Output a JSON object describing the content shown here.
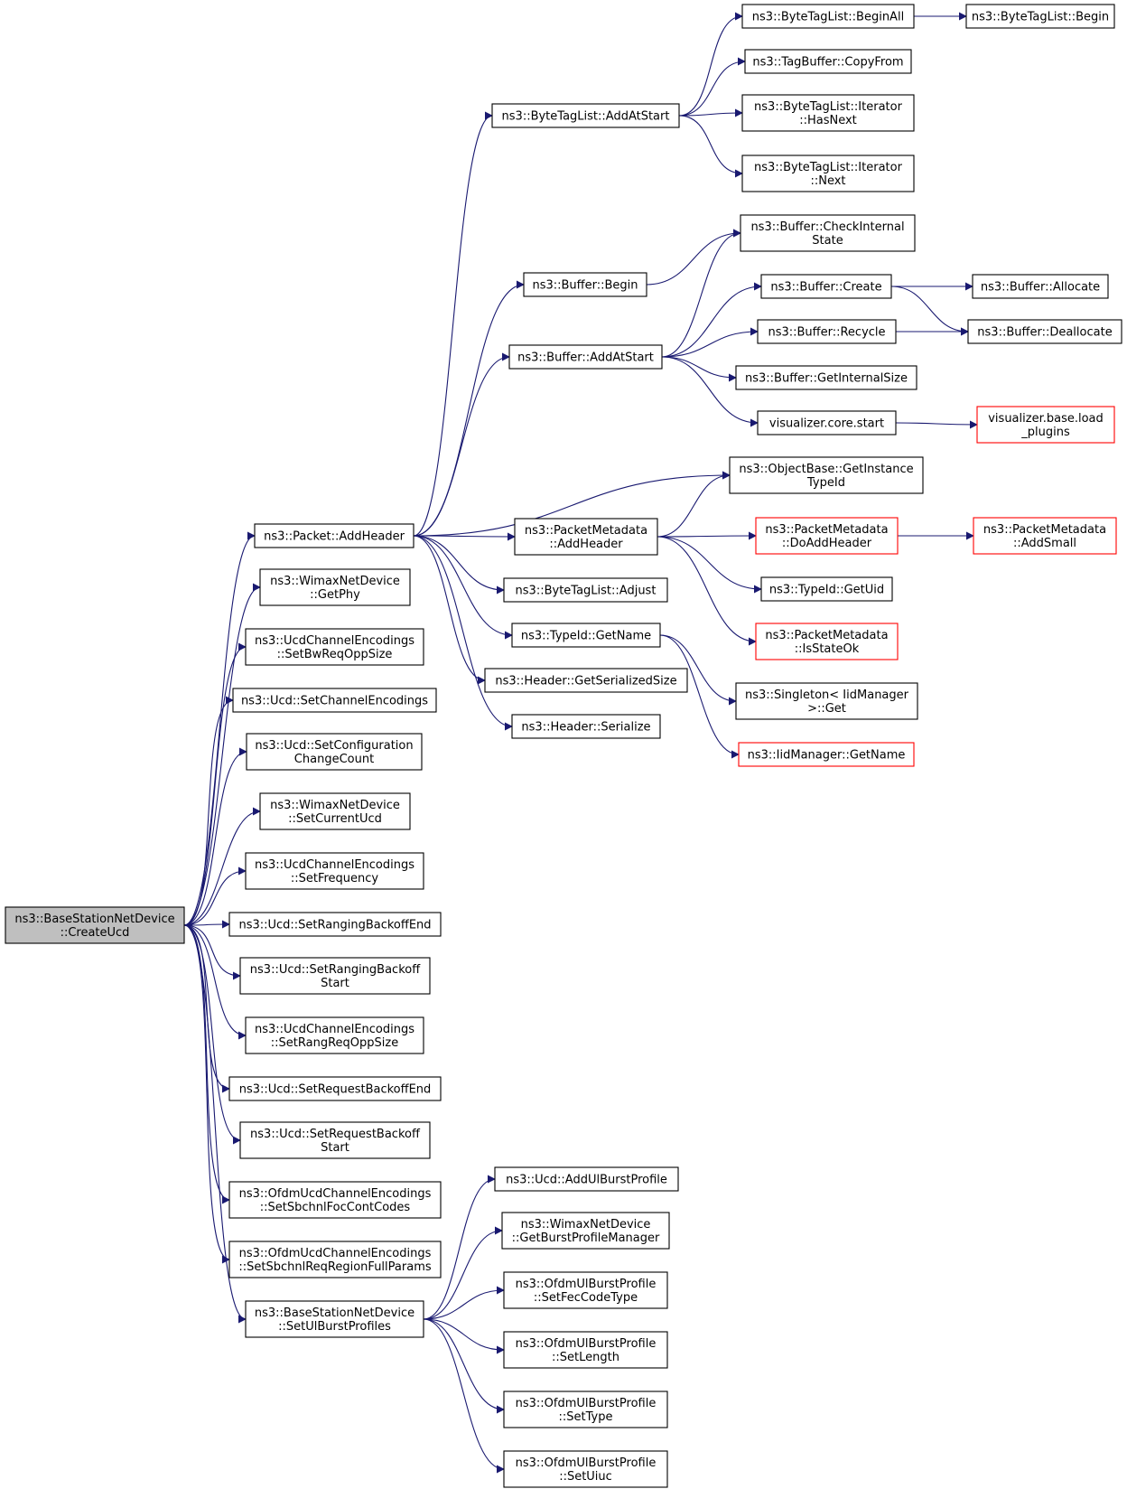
{
  "colors": {
    "edge": "#191970",
    "box_border": "#000000",
    "box_border_incomplete": "#ff0000",
    "root_fill": "#bfbfbf",
    "fill": "#ffffff"
  },
  "nodes": [
    {
      "id": "root",
      "lines": [
        "ns3::BaseStationNetDevice",
        "::CreateUcd"
      ],
      "style": "root"
    },
    {
      "id": "addheader",
      "lines": [
        "ns3::Packet::AddHeader"
      ],
      "style": "normal"
    },
    {
      "id": "getphy",
      "lines": [
        "ns3::WimaxNetDevice",
        "::GetPhy"
      ],
      "style": "normal"
    },
    {
      "id": "setbwreq",
      "lines": [
        "ns3::UcdChannelEncodings",
        "::SetBwReqOppSize"
      ],
      "style": "normal"
    },
    {
      "id": "setchenc",
      "lines": [
        "ns3::Ucd::SetChannelEncodings"
      ],
      "style": "normal"
    },
    {
      "id": "setconfig",
      "lines": [
        "ns3::Ucd::SetConfiguration",
        "ChangeCount"
      ],
      "style": "normal"
    },
    {
      "id": "setcurucd",
      "lines": [
        "ns3::WimaxNetDevice",
        "::SetCurrentUcd"
      ],
      "style": "normal"
    },
    {
      "id": "setfreq",
      "lines": [
        "ns3::UcdChannelEncodings",
        "::SetFrequency"
      ],
      "style": "normal"
    },
    {
      "id": "setrangend",
      "lines": [
        "ns3::Ucd::SetRangingBackoffEnd"
      ],
      "style": "normal"
    },
    {
      "id": "setrangstart",
      "lines": [
        "ns3::Ucd::SetRangingBackoff",
        "Start"
      ],
      "style": "normal"
    },
    {
      "id": "setrangreq",
      "lines": [
        "ns3::UcdChannelEncodings",
        "::SetRangReqOppSize"
      ],
      "style": "normal"
    },
    {
      "id": "setreqend",
      "lines": [
        "ns3::Ucd::SetRequestBackoffEnd"
      ],
      "style": "normal"
    },
    {
      "id": "setreqstart",
      "lines": [
        "ns3::Ucd::SetRequestBackoff",
        "Start"
      ],
      "style": "normal"
    },
    {
      "id": "setsbfoc",
      "lines": [
        "ns3::OfdmUcdChannelEncodings",
        "::SetSbchnlFocContCodes"
      ],
      "style": "normal"
    },
    {
      "id": "setsbreq",
      "lines": [
        "ns3::OfdmUcdChannelEncodings",
        "::SetSbchnlReqRegionFullParams"
      ],
      "style": "normal"
    },
    {
      "id": "setulbp",
      "lines": [
        "ns3::BaseStationNetDevice",
        "::SetUlBurstProfiles"
      ],
      "style": "normal"
    },
    {
      "id": "btl_addatstart",
      "lines": [
        "ns3::ByteTagList::AddAtStart"
      ],
      "style": "normal"
    },
    {
      "id": "buf_begin",
      "lines": [
        "ns3::Buffer::Begin"
      ],
      "style": "normal"
    },
    {
      "id": "buf_addatstart",
      "lines": [
        "ns3::Buffer::AddAtStart"
      ],
      "style": "normal"
    },
    {
      "id": "pm_addheader",
      "lines": [
        "ns3::PacketMetadata",
        "::AddHeader"
      ],
      "style": "normal"
    },
    {
      "id": "btl_adjust",
      "lines": [
        "ns3::ByteTagList::Adjust"
      ],
      "style": "normal"
    },
    {
      "id": "typeid_getname",
      "lines": [
        "ns3::TypeId::GetName"
      ],
      "style": "normal"
    },
    {
      "id": "hdr_getsize",
      "lines": [
        "ns3::Header::GetSerializedSize"
      ],
      "style": "normal"
    },
    {
      "id": "hdr_serialize",
      "lines": [
        "ns3::Header::Serialize"
      ],
      "style": "normal"
    },
    {
      "id": "btl_beginall",
      "lines": [
        "ns3::ByteTagList::BeginAll"
      ],
      "style": "normal"
    },
    {
      "id": "tagbuf_copyfrom",
      "lines": [
        "ns3::TagBuffer::CopyFrom"
      ],
      "style": "normal"
    },
    {
      "id": "btl_iter_hasnext",
      "lines": [
        "ns3::ByteTagList::Iterator",
        "::HasNext"
      ],
      "style": "normal"
    },
    {
      "id": "btl_iter_next",
      "lines": [
        "ns3::ByteTagList::Iterator",
        "::Next"
      ],
      "style": "normal"
    },
    {
      "id": "buf_checkinternal",
      "lines": [
        "ns3::Buffer::CheckInternal",
        "State"
      ],
      "style": "normal"
    },
    {
      "id": "buf_create",
      "lines": [
        "ns3::Buffer::Create"
      ],
      "style": "normal"
    },
    {
      "id": "buf_recycle",
      "lines": [
        "ns3::Buffer::Recycle"
      ],
      "style": "normal"
    },
    {
      "id": "buf_getinternalsize",
      "lines": [
        "ns3::Buffer::GetInternalSize"
      ],
      "style": "normal"
    },
    {
      "id": "vis_core_start",
      "lines": [
        "visualizer.core.start"
      ],
      "style": "normal"
    },
    {
      "id": "objbase_getinstance",
      "lines": [
        "ns3::ObjectBase::GetInstance",
        "TypeId"
      ],
      "style": "normal"
    },
    {
      "id": "pm_doaddheader",
      "lines": [
        "ns3::PacketMetadata",
        "::DoAddHeader"
      ],
      "style": "red"
    },
    {
      "id": "typeid_getuid",
      "lines": [
        "ns3::TypeId::GetUid"
      ],
      "style": "normal"
    },
    {
      "id": "pm_isstateok",
      "lines": [
        "ns3::PacketMetadata",
        "::IsStateOk"
      ],
      "style": "red"
    },
    {
      "id": "singleton_get",
      "lines": [
        "ns3::Singleton< IidManager",
        ">::Get"
      ],
      "style": "normal"
    },
    {
      "id": "iidmgr_getname",
      "lines": [
        "ns3::IidManager::GetName"
      ],
      "style": "red"
    },
    {
      "id": "btl_begin",
      "lines": [
        "ns3::ByteTagList::Begin"
      ],
      "style": "normal"
    },
    {
      "id": "buf_allocate",
      "lines": [
        "ns3::Buffer::Allocate"
      ],
      "style": "normal"
    },
    {
      "id": "buf_deallocate",
      "lines": [
        "ns3::Buffer::Deallocate"
      ],
      "style": "normal"
    },
    {
      "id": "vis_base_load",
      "lines": [
        "visualizer.base.load",
        "_plugins"
      ],
      "style": "red"
    },
    {
      "id": "pm_addsmall",
      "lines": [
        "ns3::PacketMetadata",
        "::AddSmall"
      ],
      "style": "red"
    },
    {
      "id": "ucd_addulbp",
      "lines": [
        "ns3::Ucd::AddUlBurstProfile"
      ],
      "style": "normal"
    },
    {
      "id": "wnd_getbpm",
      "lines": [
        "ns3::WimaxNetDevice",
        "::GetBurstProfileManager"
      ],
      "style": "normal"
    },
    {
      "id": "oubp_setfec",
      "lines": [
        "ns3::OfdmUlBurstProfile",
        "::SetFecCodeType"
      ],
      "style": "normal"
    },
    {
      "id": "oubp_setlength",
      "lines": [
        "ns3::OfdmUlBurstProfile",
        "::SetLength"
      ],
      "style": "normal"
    },
    {
      "id": "oubp_settype",
      "lines": [
        "ns3::OfdmUlBurstProfile",
        "::SetType"
      ],
      "style": "normal"
    },
    {
      "id": "oubp_setuiuc",
      "lines": [
        "ns3::OfdmUlBurstProfile",
        "::SetUiuc"
      ],
      "style": "normal"
    }
  ],
  "edges": [
    [
      "root",
      "addheader"
    ],
    [
      "root",
      "getphy"
    ],
    [
      "root",
      "setbwreq"
    ],
    [
      "root",
      "setchenc"
    ],
    [
      "root",
      "setconfig"
    ],
    [
      "root",
      "setcurucd"
    ],
    [
      "root",
      "setfreq"
    ],
    [
      "root",
      "setrangend"
    ],
    [
      "root",
      "setrangstart"
    ],
    [
      "root",
      "setrangreq"
    ],
    [
      "root",
      "setreqend"
    ],
    [
      "root",
      "setreqstart"
    ],
    [
      "root",
      "setsbfoc"
    ],
    [
      "root",
      "setsbreq"
    ],
    [
      "root",
      "setulbp"
    ],
    [
      "addheader",
      "btl_addatstart"
    ],
    [
      "addheader",
      "buf_begin"
    ],
    [
      "addheader",
      "buf_addatstart"
    ],
    [
      "addheader",
      "objbase_getinstance"
    ],
    [
      "addheader",
      "pm_addheader"
    ],
    [
      "addheader",
      "btl_adjust"
    ],
    [
      "addheader",
      "typeid_getname"
    ],
    [
      "addheader",
      "hdr_getsize"
    ],
    [
      "addheader",
      "hdr_serialize"
    ],
    [
      "btl_addatstart",
      "btl_beginall"
    ],
    [
      "btl_addatstart",
      "tagbuf_copyfrom"
    ],
    [
      "btl_addatstart",
      "btl_iter_hasnext"
    ],
    [
      "btl_addatstart",
      "btl_iter_next"
    ],
    [
      "btl_beginall",
      "btl_begin"
    ],
    [
      "buf_begin",
      "buf_checkinternal"
    ],
    [
      "buf_addatstart",
      "buf_checkinternal"
    ],
    [
      "buf_addatstart",
      "buf_create"
    ],
    [
      "buf_addatstart",
      "buf_recycle"
    ],
    [
      "buf_addatstart",
      "buf_getinternalsize"
    ],
    [
      "buf_addatstart",
      "vis_core_start"
    ],
    [
      "buf_create",
      "buf_allocate"
    ],
    [
      "buf_create",
      "buf_deallocate"
    ],
    [
      "buf_recycle",
      "buf_deallocate"
    ],
    [
      "vis_core_start",
      "vis_base_load"
    ],
    [
      "pm_addheader",
      "objbase_getinstance"
    ],
    [
      "pm_addheader",
      "pm_doaddheader"
    ],
    [
      "pm_addheader",
      "typeid_getuid"
    ],
    [
      "pm_addheader",
      "pm_isstateok"
    ],
    [
      "pm_doaddheader",
      "pm_addsmall"
    ],
    [
      "typeid_getname",
      "singleton_get"
    ],
    [
      "typeid_getname",
      "iidmgr_getname"
    ],
    [
      "setulbp",
      "ucd_addulbp"
    ],
    [
      "setulbp",
      "wnd_getbpm"
    ],
    [
      "setulbp",
      "oubp_setfec"
    ],
    [
      "setulbp",
      "oubp_setlength"
    ],
    [
      "setulbp",
      "oubp_settype"
    ],
    [
      "setulbp",
      "oubp_setuiuc"
    ]
  ]
}
